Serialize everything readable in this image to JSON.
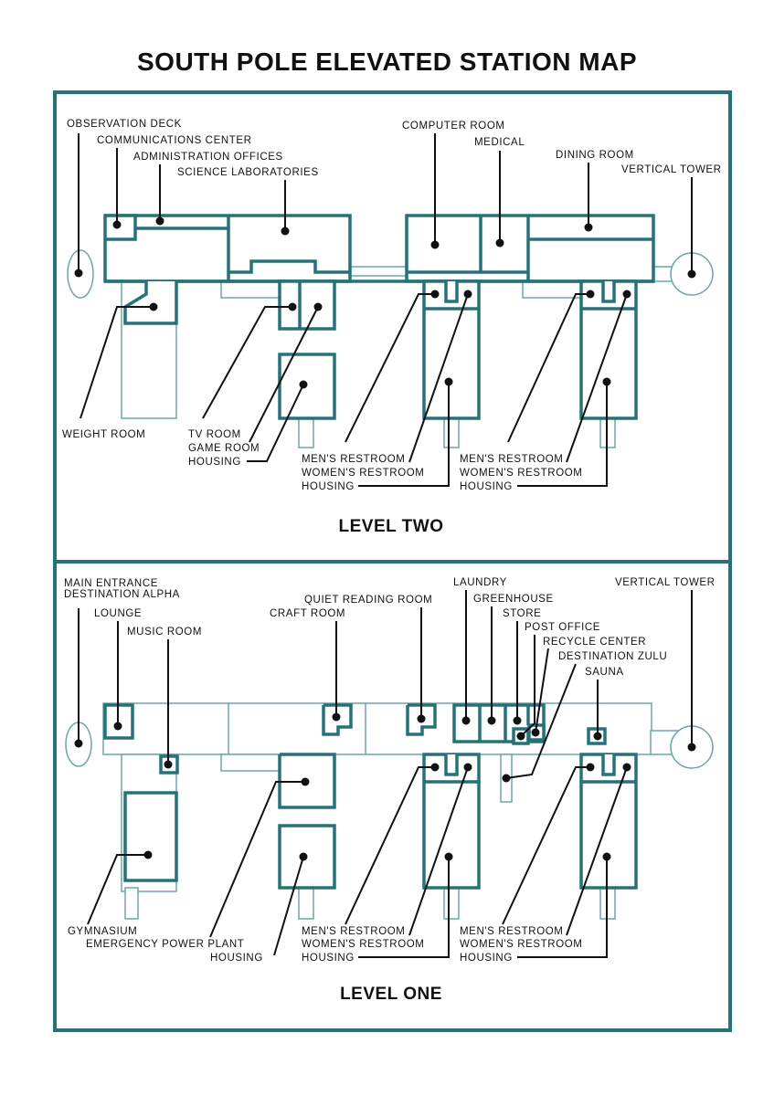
{
  "title": "SOUTH POLE ELEVATED STATION MAP",
  "colors": {
    "structure": "#23737b",
    "light_structure": "#6aa7ad",
    "leader": "#111111"
  },
  "level_two": {
    "label": "LEVEL TWO",
    "labels": {
      "observation_deck": "OBSERVATION DECK",
      "communications_center": "COMMUNICATIONS CENTER",
      "administration_offices": "ADMINISTRATION OFFICES",
      "science_laboratories": "SCIENCE LABORATORIES",
      "computer_room": "COMPUTER ROOM",
      "medical": "MEDICAL",
      "dining_room": "DINING ROOM",
      "vertical_tower": "VERTICAL TOWER",
      "weight_room": "WEIGHT ROOM",
      "tv_room": "TV ROOM",
      "game_room": "GAME ROOM",
      "housing": "HOUSING",
      "mens_restroom_a": "MEN'S RESTROOM",
      "womens_restroom_a": "WOMEN'S RESTROOM",
      "housing_a": "HOUSING",
      "mens_restroom_b": "MEN'S RESTROOM",
      "womens_restroom_b": "WOMEN'S RESTROOM",
      "housing_b": "HOUSING"
    }
  },
  "level_one": {
    "label": "LEVEL ONE",
    "labels": {
      "main_entrance": "MAIN ENTRANCE",
      "destination_alpha": "DESTINATION ALPHA",
      "lounge": "LOUNGE",
      "music_room": "MUSIC ROOM",
      "craft_room": "CRAFT ROOM",
      "quiet_reading_room": "QUIET READING ROOM",
      "laundry": "LAUNDRY",
      "greenhouse": "GREENHOUSE",
      "store": "STORE",
      "post_office": "POST OFFICE",
      "recycle_center": "RECYCLE CENTER",
      "destination_zulu": "DESTINATION ZULU",
      "sauna": "SAUNA",
      "vertical_tower": "VERTICAL TOWER",
      "gymnasium": "GYMNASIUM",
      "emergency_power_plant": "EMERGENCY POWER PLANT",
      "housing": "HOUSING",
      "mens_restroom_a": "MEN'S RESTROOM",
      "womens_restroom_a": "WOMEN'S RESTROOM",
      "housing_a": "HOUSING",
      "mens_restroom_b": "MEN'S RESTROOM",
      "womens_restroom_b": "WOMEN'S RESTROOM",
      "housing_b": "HOUSING"
    }
  }
}
